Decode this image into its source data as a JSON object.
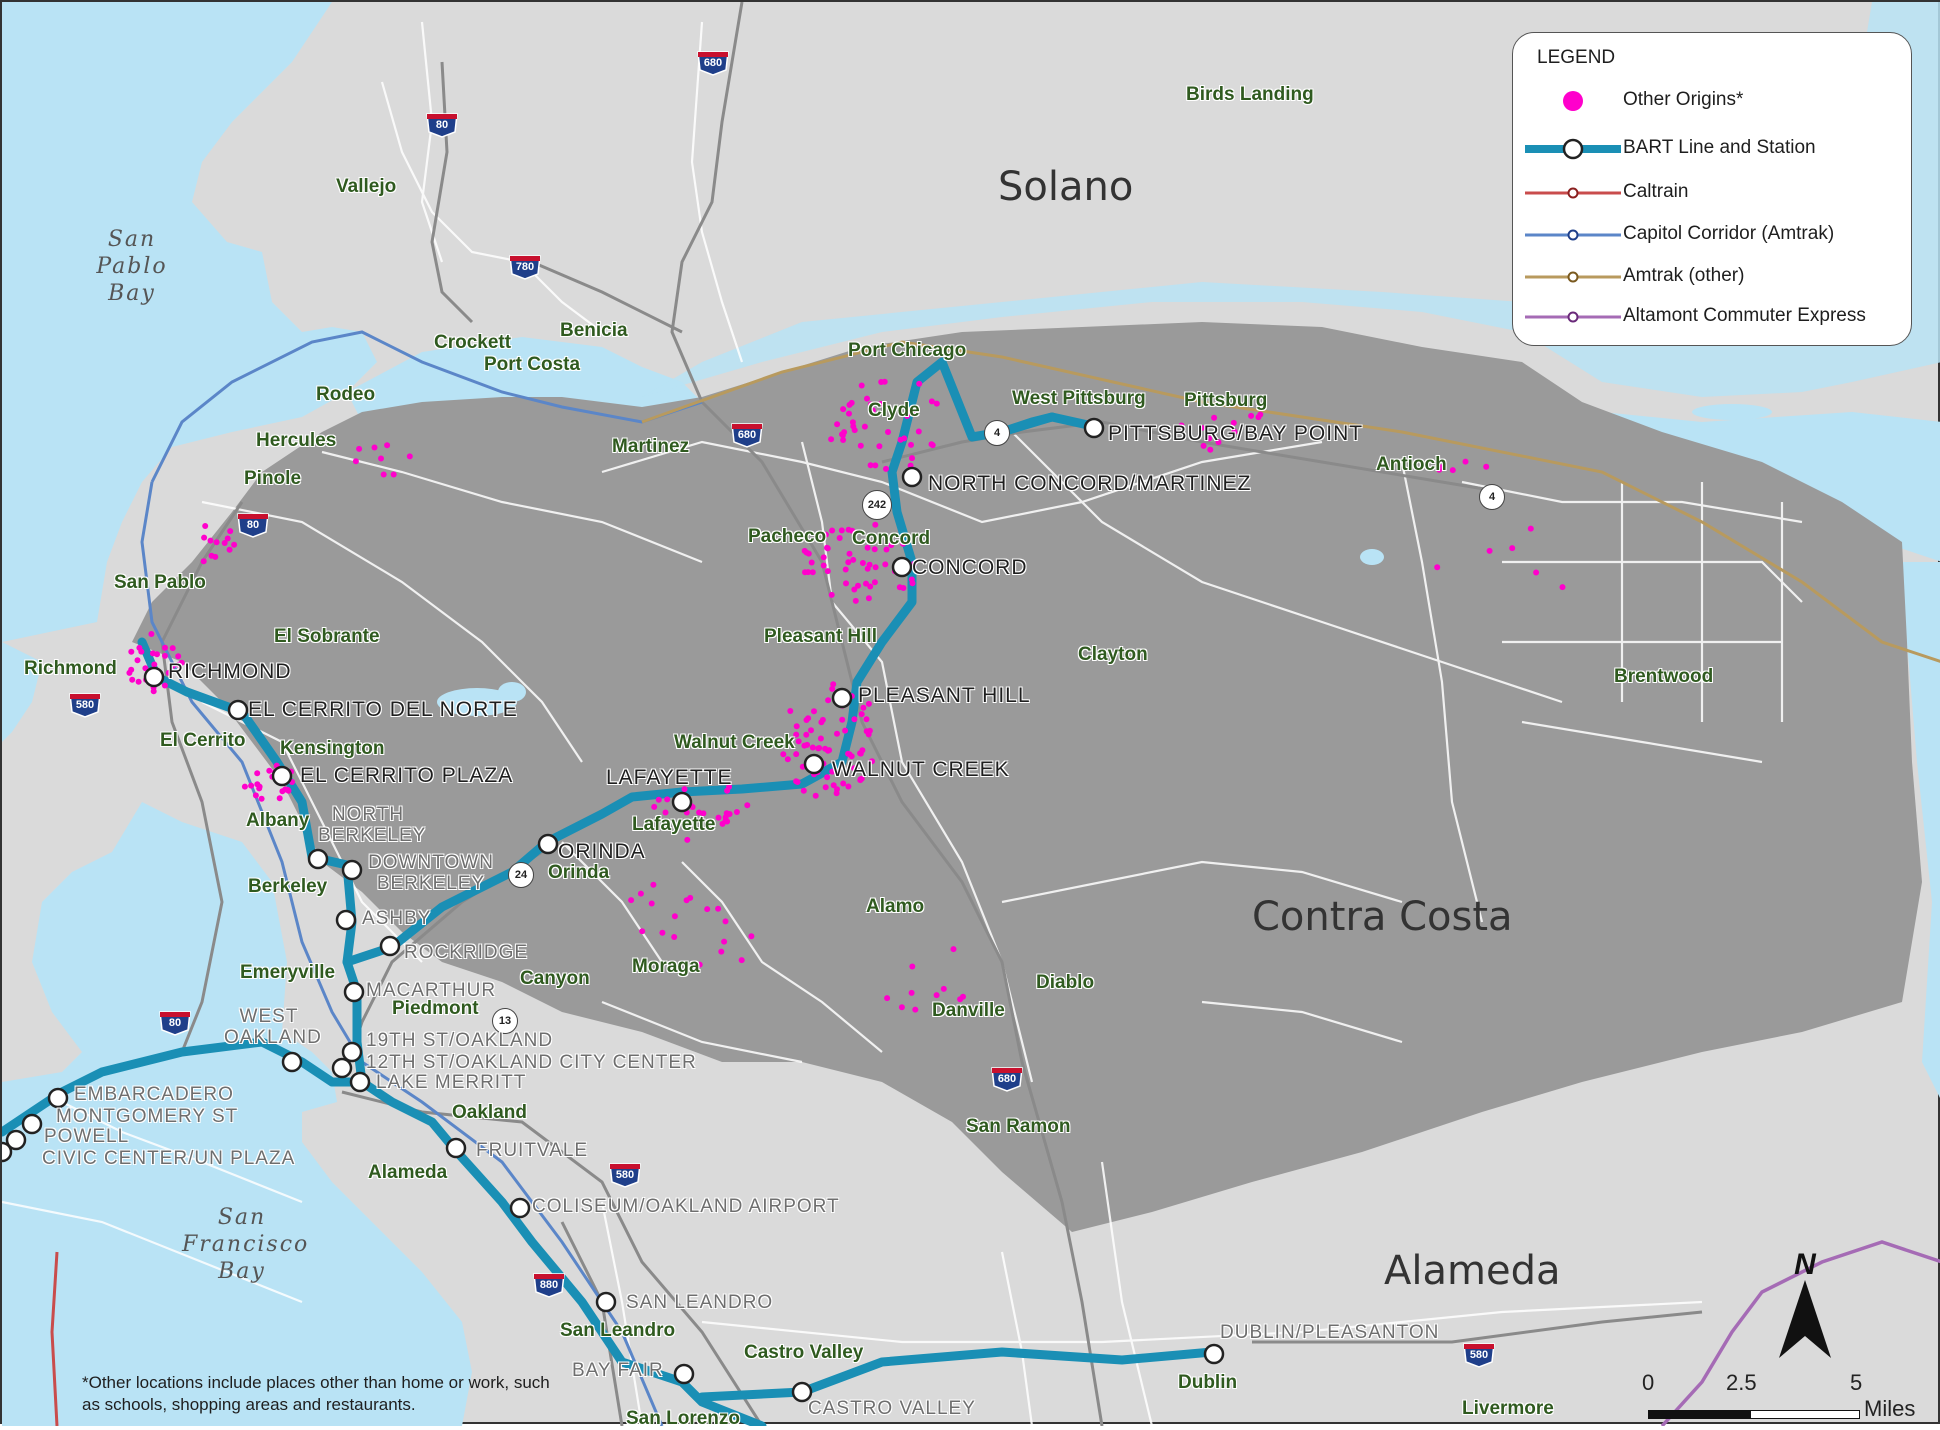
{
  "colors": {
    "water": "#b9e3f5",
    "land_dark": "#9a9a9a",
    "land_light": "#dadada",
    "bart": "#1a8fb5",
    "origin": "#ff00cc",
    "caltrain": "#c94c4c",
    "capitol": "#5b86c8",
    "amtrak": "#b89a5e",
    "ace": "#a56bb5"
  },
  "counties": [
    "Solano",
    "Contra Costa",
    "Alameda"
  ],
  "water_bodies": [
    "San Pablo Bay",
    "San Francisco Bay"
  ],
  "places": [
    "Vallejo",
    "Birds Landing",
    "Crockett",
    "Port Costa",
    "Benicia",
    "Rodeo",
    "Hercules",
    "Pinole",
    "Martinez",
    "Port Chicago",
    "Clyde",
    "West Pittsburg",
    "Pittsburg",
    "Antioch",
    "San Pablo",
    "El Sobrante",
    "Richmond",
    "El Cerrito",
    "Kensington",
    "Albany",
    "Berkeley",
    "Emeryville",
    "Piedmont",
    "Oakland",
    "Alameda",
    "Canyon",
    "Moraga",
    "Orinda",
    "Lafayette",
    "Walnut Creek",
    "Pleasant Hill",
    "Pacheco",
    "Concord",
    "Clayton",
    "Alamo",
    "Diablo",
    "Danville",
    "San Ramon",
    "Brentwood",
    "Castro Valley",
    "Dublin",
    "San Leandro",
    "San Lorenzo",
    "Livermore"
  ],
  "stations": [
    "RICHMOND",
    "EL CERRITO DEL NORTE",
    "EL CERRITO PLAZA",
    "NORTH BERKELEY",
    "DOWNTOWN BERKELEY",
    "ASHBY",
    "ROCKRIDGE",
    "MACARTHUR",
    "WEST OAKLAND",
    "19TH ST/OAKLAND",
    "12TH ST/OAKLAND CITY CENTER",
    "LAKE MERRITT",
    "EMBARCADERO",
    "MONTGOMERY ST",
    "POWELL",
    "CIVIC CENTER/UN PLAZA",
    "FRUITVALE",
    "COLISEUM/OAKLAND AIRPORT",
    "SAN LEANDRO",
    "BAY FAIR",
    "CASTRO VALLEY",
    "DUBLIN/PLEASANTON",
    "ORINDA",
    "LAFAYETTE",
    "WALNUT CREEK",
    "PLEASANT HILL",
    "CONCORD",
    "NORTH CONCORD/MARTINEZ",
    "PITTSBURG/BAY POINT"
  ],
  "highways": [
    "680",
    "80",
    "780",
    "680",
    "80",
    "4",
    "242",
    "4",
    "580",
    "80",
    "24",
    "13",
    "580",
    "880",
    "680",
    "580"
  ],
  "legend": {
    "title": "LEGEND",
    "items": [
      {
        "label": "Other Origins*",
        "symbol": "origin-dot-icon"
      },
      {
        "label": "BART Line and Station",
        "symbol": "bart-line-icon"
      },
      {
        "label": "Caltrain",
        "symbol": "caltrain-line-icon"
      },
      {
        "label": "Capitol Corridor (Amtrak)",
        "symbol": "capitol-line-icon"
      },
      {
        "label": "Amtrak (other)",
        "symbol": "amtrak-line-icon"
      },
      {
        "label": "Altamont Commuter Express",
        "symbol": "ace-line-icon"
      }
    ]
  },
  "footnote": "*Other locations include places other than home or work, such as schools, shopping areas and restaurants.",
  "scale": {
    "ticks": [
      "0",
      "2.5",
      "5"
    ],
    "unit": "Miles"
  },
  "north_label": "N"
}
